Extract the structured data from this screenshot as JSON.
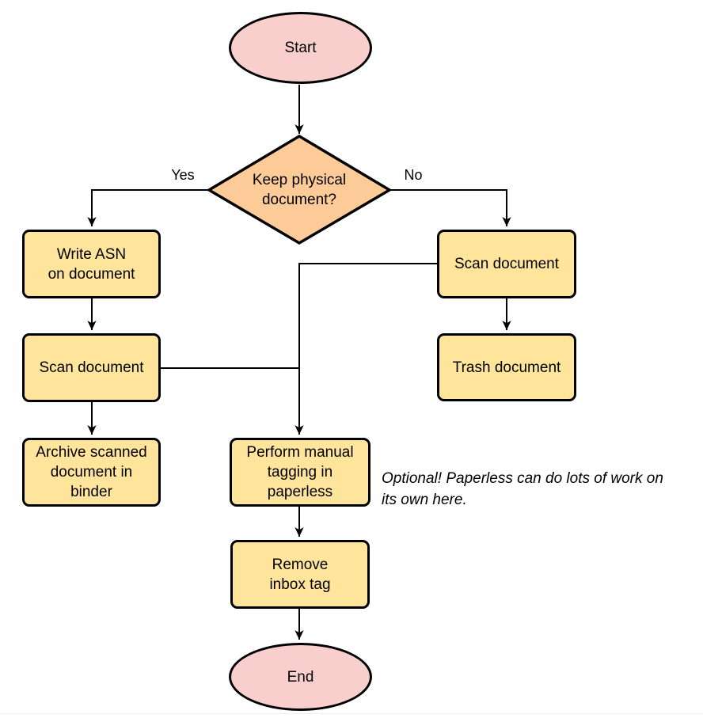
{
  "nodes": {
    "start": {
      "type": "terminator",
      "label": "Start"
    },
    "decision": {
      "type": "decision",
      "label": "Keep physical\ndocument?"
    },
    "write_asn": {
      "type": "process",
      "label": "Write ASN\non document"
    },
    "scan_left": {
      "type": "process",
      "label": "Scan document"
    },
    "archive": {
      "type": "process",
      "label": "Archive scanned\ndocument in\nbinder"
    },
    "scan_right": {
      "type": "process",
      "label": "Scan document"
    },
    "trash": {
      "type": "process",
      "label": "Trash document"
    },
    "tagging": {
      "type": "process",
      "label": "Perform manual\ntagging in\npaperless"
    },
    "remove_inbox": {
      "type": "process",
      "label": "Remove\ninbox tag"
    },
    "end": {
      "type": "terminator",
      "label": "End"
    }
  },
  "edges": [
    {
      "from": "start",
      "to": "decision",
      "label": ""
    },
    {
      "from": "decision",
      "to": "write_asn",
      "label": "Yes"
    },
    {
      "from": "decision",
      "to": "scan_right",
      "label": "No"
    },
    {
      "from": "write_asn",
      "to": "scan_left",
      "label": ""
    },
    {
      "from": "scan_left",
      "to": "archive",
      "label": ""
    },
    {
      "from": "scan_right",
      "to": "trash",
      "label": ""
    },
    {
      "from": "scan_right",
      "to": "tagging",
      "label": ""
    },
    {
      "from": "scan_left",
      "to": "tagging",
      "label": ""
    },
    {
      "from": "tagging",
      "to": "remove_inbox",
      "label": ""
    },
    {
      "from": "remove_inbox",
      "to": "end",
      "label": ""
    }
  ],
  "note": "Optional! Paperless can do lots of work on\nits own here.",
  "colors": {
    "terminator_fill": "#F9CFCE",
    "process_fill": "#FFE49B",
    "decision_fill": "#FCCB98",
    "stroke": "#000000"
  }
}
